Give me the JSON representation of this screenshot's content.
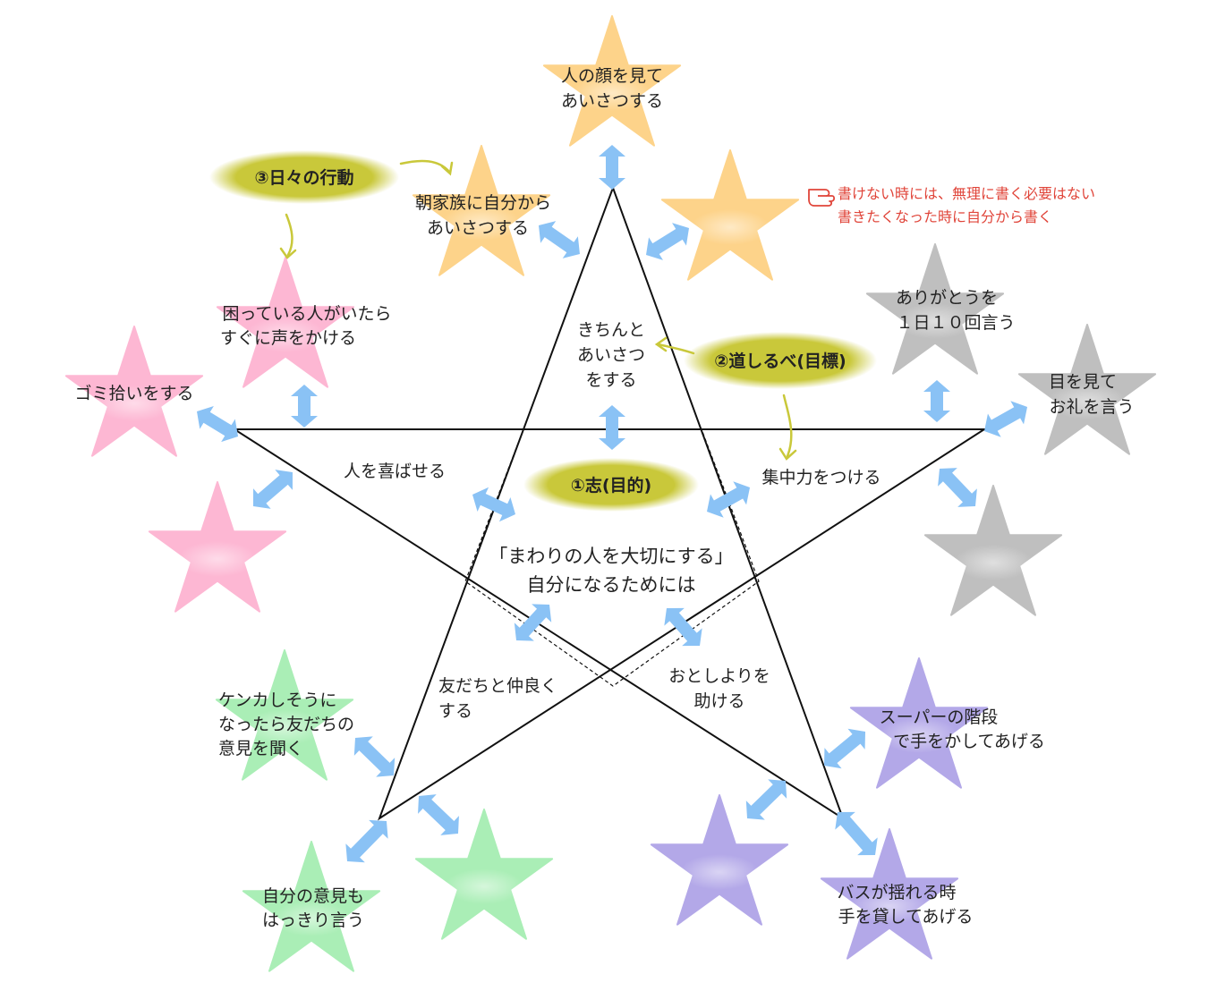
{
  "colors": {
    "yellow_star": "#fdd38a",
    "pink_star": "#fdb7d3",
    "gray_star": "#bfbfbf",
    "green_star": "#aaeeb6",
    "purple_star": "#b3a8e8",
    "arrow": "#8ac2f5",
    "pill": "#c9c83a",
    "note": "#e0453a"
  },
  "center": {
    "line1": "「まわりの人を大切にする」",
    "line2": "自分になるためには"
  },
  "pills": {
    "purpose": "①志(目的)",
    "guide": "②道しるべ(目標)",
    "daily": "③日々の行動"
  },
  "goals": {
    "top": [
      "きちんと",
      "あいさつ",
      "をする"
    ],
    "left": "人を喜ばせる",
    "right": "集中力をつける",
    "bottom_left": [
      "友だちと仲良く",
      "する"
    ],
    "bottom_right": [
      "おとしよりを",
      "助ける"
    ]
  },
  "actions": {
    "yellow_top": [
      "人の顔を見て",
      "あいさつする"
    ],
    "yellow_left": [
      "朝家族に自分から",
      "あいさつする"
    ],
    "pink_top": [
      "困っている人がいたら",
      "すぐに声をかける"
    ],
    "pink_left": "ゴミ拾いをする",
    "gray_top": [
      "ありがとうを",
      "１日１０回言う"
    ],
    "gray_right": [
      "目を見て",
      "お礼を言う"
    ],
    "green_top": [
      "ケンカしそうに",
      "なったら友だちの",
      "意見を聞く"
    ],
    "green_bottom": [
      "自分の意見も",
      "はっきり言う"
    ],
    "purple_top": [
      "スーパーの階段",
      "で手をかしてあげる"
    ],
    "purple_bottom": [
      "バスが揺れる時",
      "手を貸してあげる"
    ]
  },
  "note": {
    "icon": "pointing-hand-icon",
    "line1": "書けない時には、無理に書く必要はない",
    "line2": "書きたくなった時に自分から書く"
  }
}
